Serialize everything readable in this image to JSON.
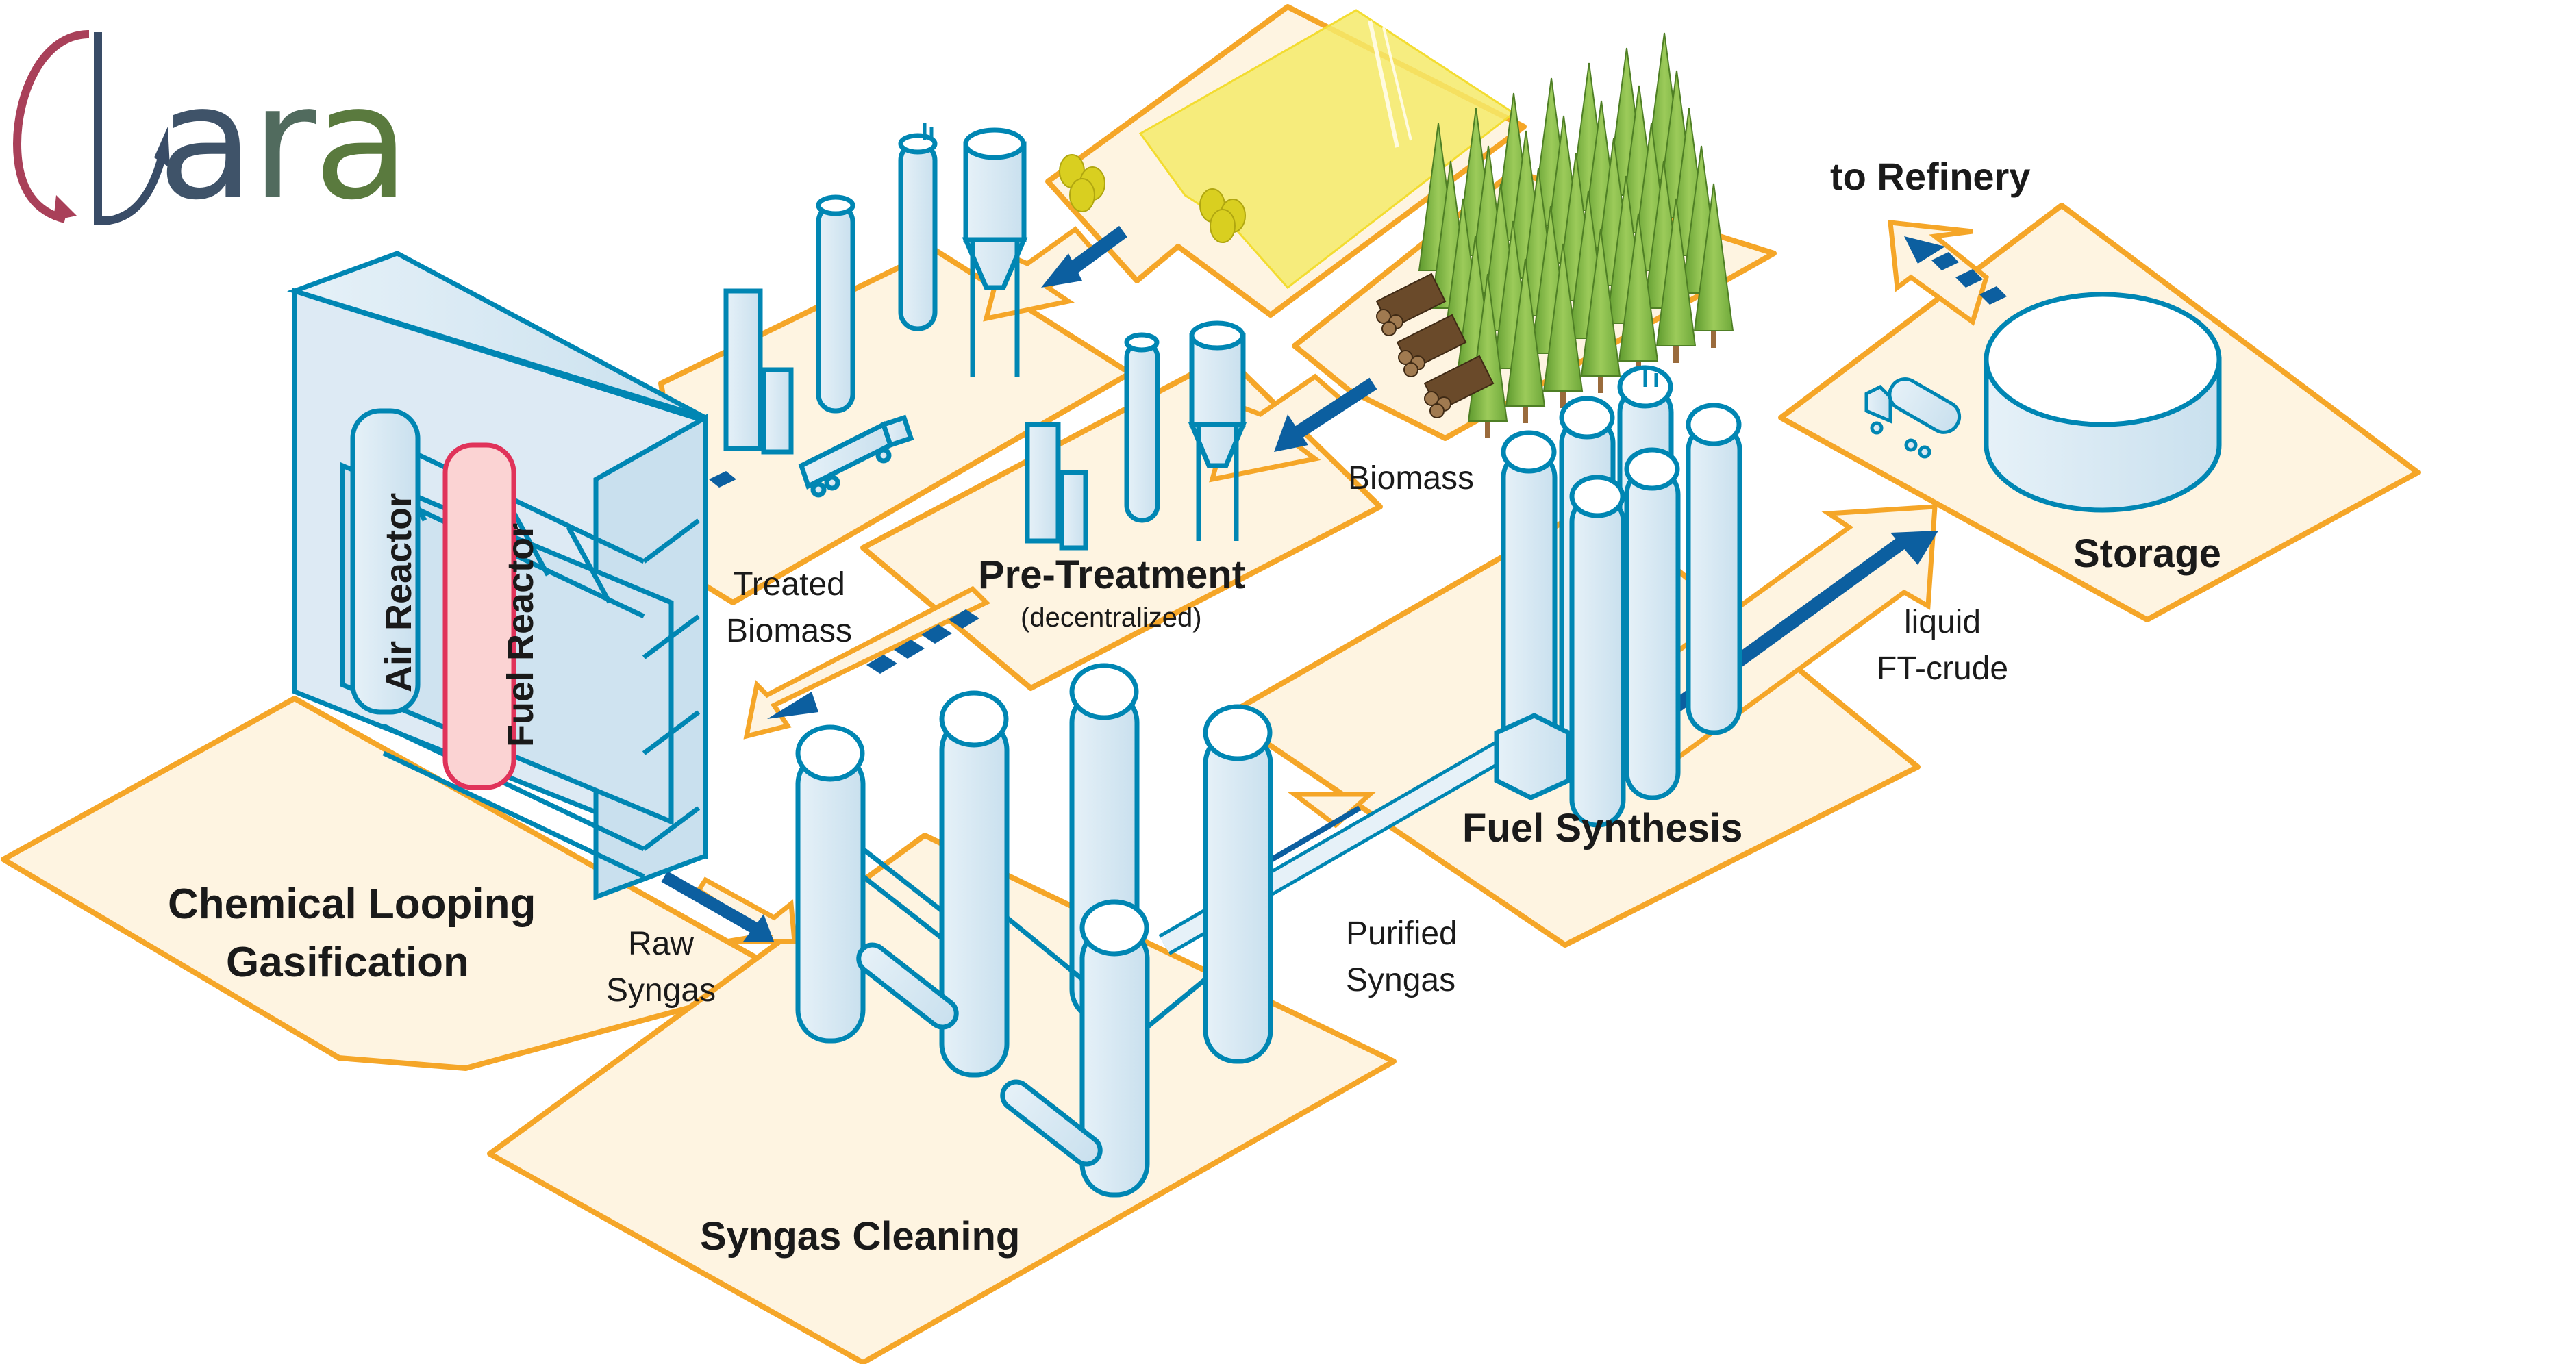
{
  "logo": {
    "letters": [
      "a",
      "r",
      "a"
    ],
    "colors": {
      "arrow_left": "#a94059",
      "arrow_right": "#394c67",
      "a1": "#3f5369",
      "r": "#516b5e",
      "a2": "#5a7a3e"
    },
    "name": "CLara"
  },
  "colors": {
    "platform_fill": "#fef4e1",
    "platform_stroke": "#f5a628",
    "equipment_stroke": "#0086b3",
    "equipment_fill": "#d6e8f3",
    "flow_arrow": "#0c5fa0",
    "fuel_reactor_fill": "#fbd3d3",
    "fuel_reactor_stroke": "#e0335a",
    "field_fill": "#f5ea6a",
    "tree_fill": "#7eb543",
    "log_fill": "#6a4a2a"
  },
  "stages": {
    "gasification": {
      "line1": "Chemical Looping",
      "line2": "Gasification",
      "air_reactor": "Air Reactor",
      "fuel_reactor": "Fuel Reactor"
    },
    "pretreatment": {
      "title": "Pre-Treatment",
      "subtitle": "(decentralized)"
    },
    "syngas_cleaning": {
      "title": "Syngas Cleaning"
    },
    "fuel_synthesis": {
      "title": "Fuel Synthesis"
    },
    "storage": {
      "title": "Storage"
    }
  },
  "flows": {
    "biomass": "Biomass",
    "treated_biomass": {
      "line1": "Treated",
      "line2": "Biomass"
    },
    "raw_syngas": {
      "line1": "Raw",
      "line2": "Syngas"
    },
    "purified_syngas": {
      "line1": "Purified",
      "line2": "Syngas"
    },
    "ft_crude": {
      "line1": "liquid",
      "line2": "FT-crude"
    },
    "to_refinery": "to Refinery"
  }
}
